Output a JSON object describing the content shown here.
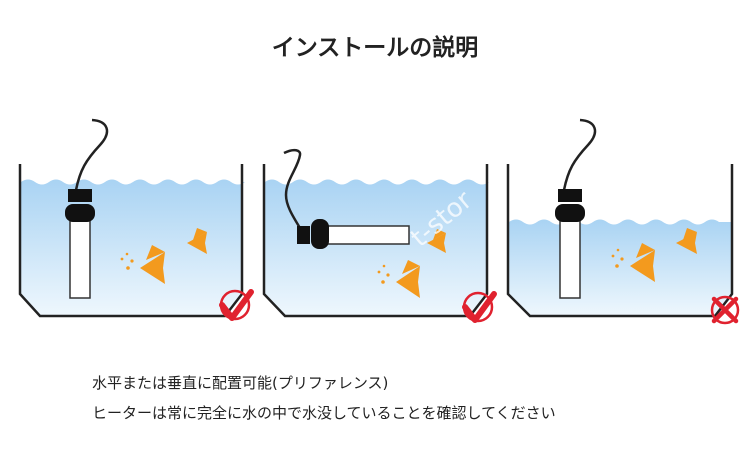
{
  "title": "インストールの説明",
  "instructions": [
    "水平または垂直に配置可能(プリファレンス)",
    "ヒーターは常に完全に水の中で水没していることを確認してください"
  ],
  "watermark": "t-stor",
  "colors": {
    "water_top": "#a9d3f3",
    "water_bottom": "#eef7fd",
    "tank_line": "#222222",
    "fish": "#f39a1e",
    "check": "#e0222f"
  },
  "panels": [
    {
      "orientation": "vertical",
      "water_level": "full",
      "status": "ok",
      "status_icon": "check-icon"
    },
    {
      "orientation": "horizontal",
      "water_level": "full",
      "status": "ok",
      "status_icon": "check-icon"
    },
    {
      "orientation": "vertical",
      "water_level": "low",
      "status": "ng",
      "status_icon": "cross-icon"
    }
  ]
}
